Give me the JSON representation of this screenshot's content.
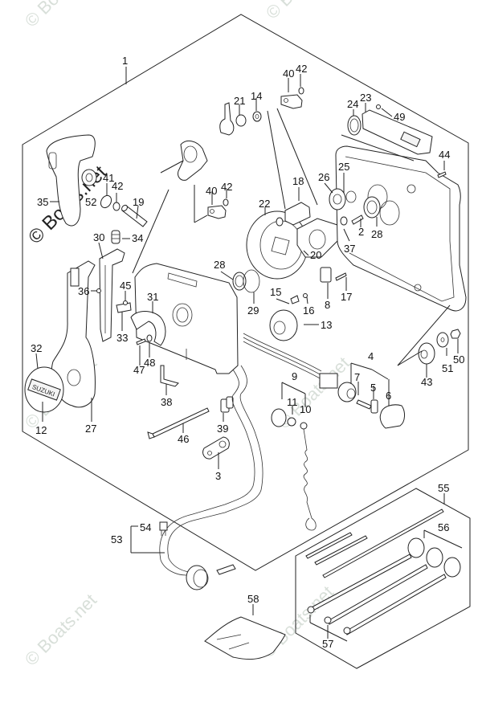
{
  "diagram": {
    "brand_badge_text": "SUZUKI",
    "watermark_text": "© Boats.net",
    "callouts": [
      {
        "id": "1",
        "label": "1"
      },
      {
        "id": "2",
        "label": "2"
      },
      {
        "id": "3",
        "label": "3"
      },
      {
        "id": "4",
        "label": "4"
      },
      {
        "id": "5",
        "label": "5"
      },
      {
        "id": "6",
        "label": "6"
      },
      {
        "id": "7",
        "label": "7"
      },
      {
        "id": "8",
        "label": "8"
      },
      {
        "id": "9",
        "label": "9"
      },
      {
        "id": "10",
        "label": "10"
      },
      {
        "id": "11",
        "label": "11"
      },
      {
        "id": "12",
        "label": "12"
      },
      {
        "id": "13",
        "label": "13"
      },
      {
        "id": "14",
        "label": "14"
      },
      {
        "id": "15",
        "label": "15"
      },
      {
        "id": "16",
        "label": "16"
      },
      {
        "id": "17",
        "label": "17"
      },
      {
        "id": "18",
        "label": "18"
      },
      {
        "id": "19",
        "label": "19"
      },
      {
        "id": "20",
        "label": "20"
      },
      {
        "id": "21",
        "label": "21"
      },
      {
        "id": "22",
        "label": "22"
      },
      {
        "id": "23",
        "label": "23"
      },
      {
        "id": "24",
        "label": "24"
      },
      {
        "id": "25",
        "label": "25"
      },
      {
        "id": "26",
        "label": "26"
      },
      {
        "id": "27",
        "label": "27"
      },
      {
        "id": "28a",
        "label": "28"
      },
      {
        "id": "28b",
        "label": "28"
      },
      {
        "id": "29",
        "label": "29"
      },
      {
        "id": "30",
        "label": "30"
      },
      {
        "id": "31",
        "label": "31"
      },
      {
        "id": "32",
        "label": "32"
      },
      {
        "id": "33",
        "label": "33"
      },
      {
        "id": "34",
        "label": "34"
      },
      {
        "id": "35",
        "label": "35"
      },
      {
        "id": "36",
        "label": "36"
      },
      {
        "id": "37",
        "label": "37"
      },
      {
        "id": "38",
        "label": "38"
      },
      {
        "id": "39",
        "label": "39"
      },
      {
        "id": "40a",
        "label": "40"
      },
      {
        "id": "40b",
        "label": "40"
      },
      {
        "id": "41",
        "label": "41"
      },
      {
        "id": "42a",
        "label": "42"
      },
      {
        "id": "42b",
        "label": "42"
      },
      {
        "id": "42c",
        "label": "42"
      },
      {
        "id": "43",
        "label": "43"
      },
      {
        "id": "44",
        "label": "44"
      },
      {
        "id": "45",
        "label": "45"
      },
      {
        "id": "46",
        "label": "46"
      },
      {
        "id": "47",
        "label": "47"
      },
      {
        "id": "48",
        "label": "48"
      },
      {
        "id": "49",
        "label": "49"
      },
      {
        "id": "50",
        "label": "50"
      },
      {
        "id": "51",
        "label": "51"
      },
      {
        "id": "52",
        "label": "52"
      },
      {
        "id": "53",
        "label": "53"
      },
      {
        "id": "54",
        "label": "54"
      },
      {
        "id": "55",
        "label": "55"
      },
      {
        "id": "56",
        "label": "56"
      },
      {
        "id": "57",
        "label": "57"
      },
      {
        "id": "58",
        "label": "58"
      }
    ]
  }
}
